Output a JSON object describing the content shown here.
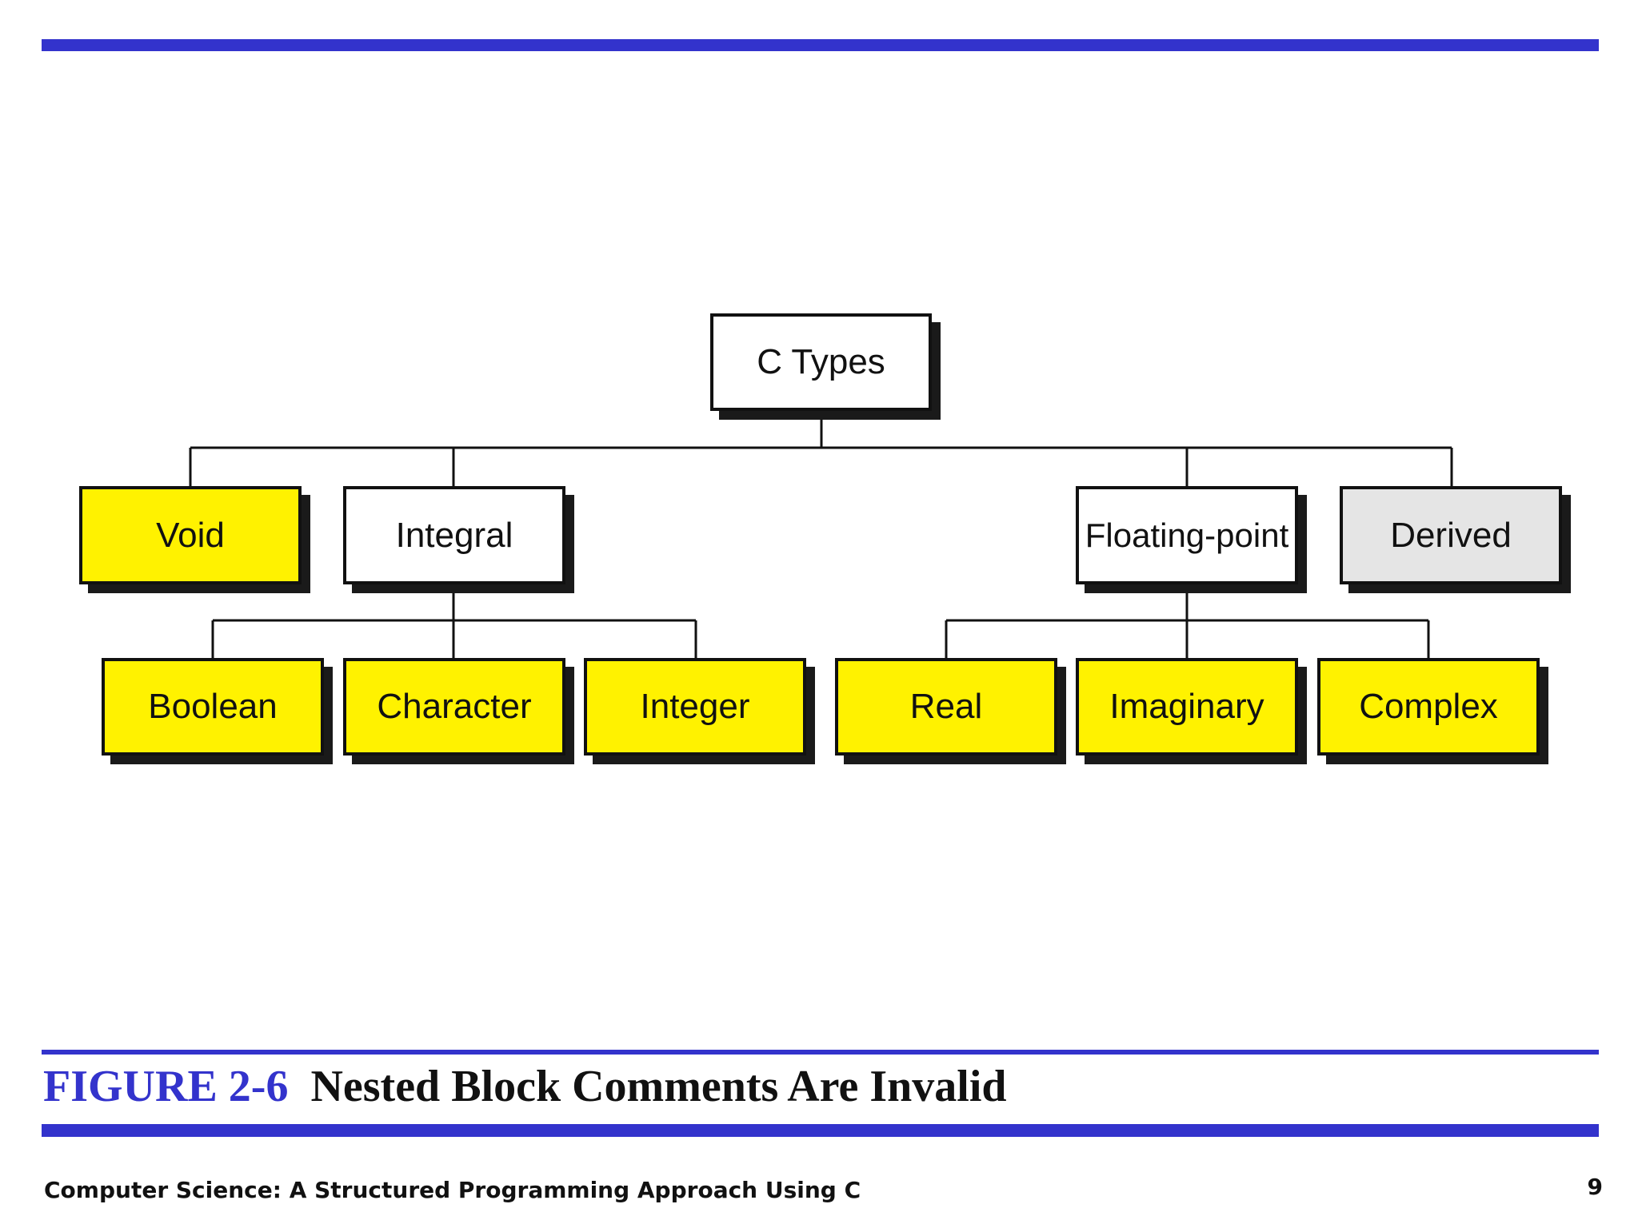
{
  "colors": {
    "accent": "#3333cc",
    "leaf_fill": "#fff200",
    "category_fill": "#ffffff",
    "derived_fill": "#e5e5e5",
    "border": "#111111"
  },
  "diagram": {
    "root": "C Types",
    "categories": {
      "void": "Void",
      "integral": "Integral",
      "floating_point": "Floating-point",
      "derived": "Derived"
    },
    "integral_children": {
      "boolean": "Boolean",
      "character": "Character",
      "integer": "Integer"
    },
    "floating_children": {
      "real": "Real",
      "imaginary": "Imaginary",
      "complex": "Complex"
    }
  },
  "caption": {
    "number": "FIGURE 2-6",
    "title": "Nested Block Comments Are Invalid"
  },
  "footer": {
    "text": "Computer Science: A Structured Programming Approach Using C",
    "page": "9"
  }
}
